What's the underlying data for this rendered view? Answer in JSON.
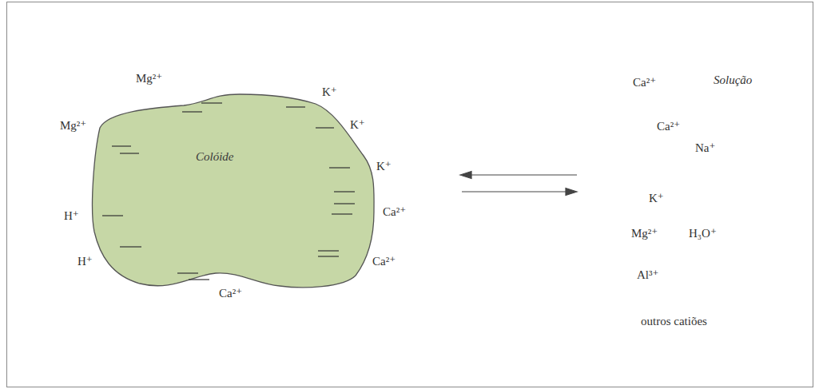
{
  "diagram": {
    "nodes": [
      {
        "text": [
          "Colóide"
        ]
      }
    ],
    "labels": [
      "Mg²⁺",
      "Mg²⁺",
      "H⁺",
      "H⁺",
      "Ca²⁺",
      "K⁺",
      "K⁺",
      "K⁺",
      "Ca²⁺",
      "Ca²⁺",
      "Ca²⁺",
      "Solução",
      "Ca²⁺",
      "Na⁺",
      "K⁺",
      "Mg²⁺",
      "H₃O⁺",
      "Al³⁺",
      "outros catiões"
    ]
  }
}
